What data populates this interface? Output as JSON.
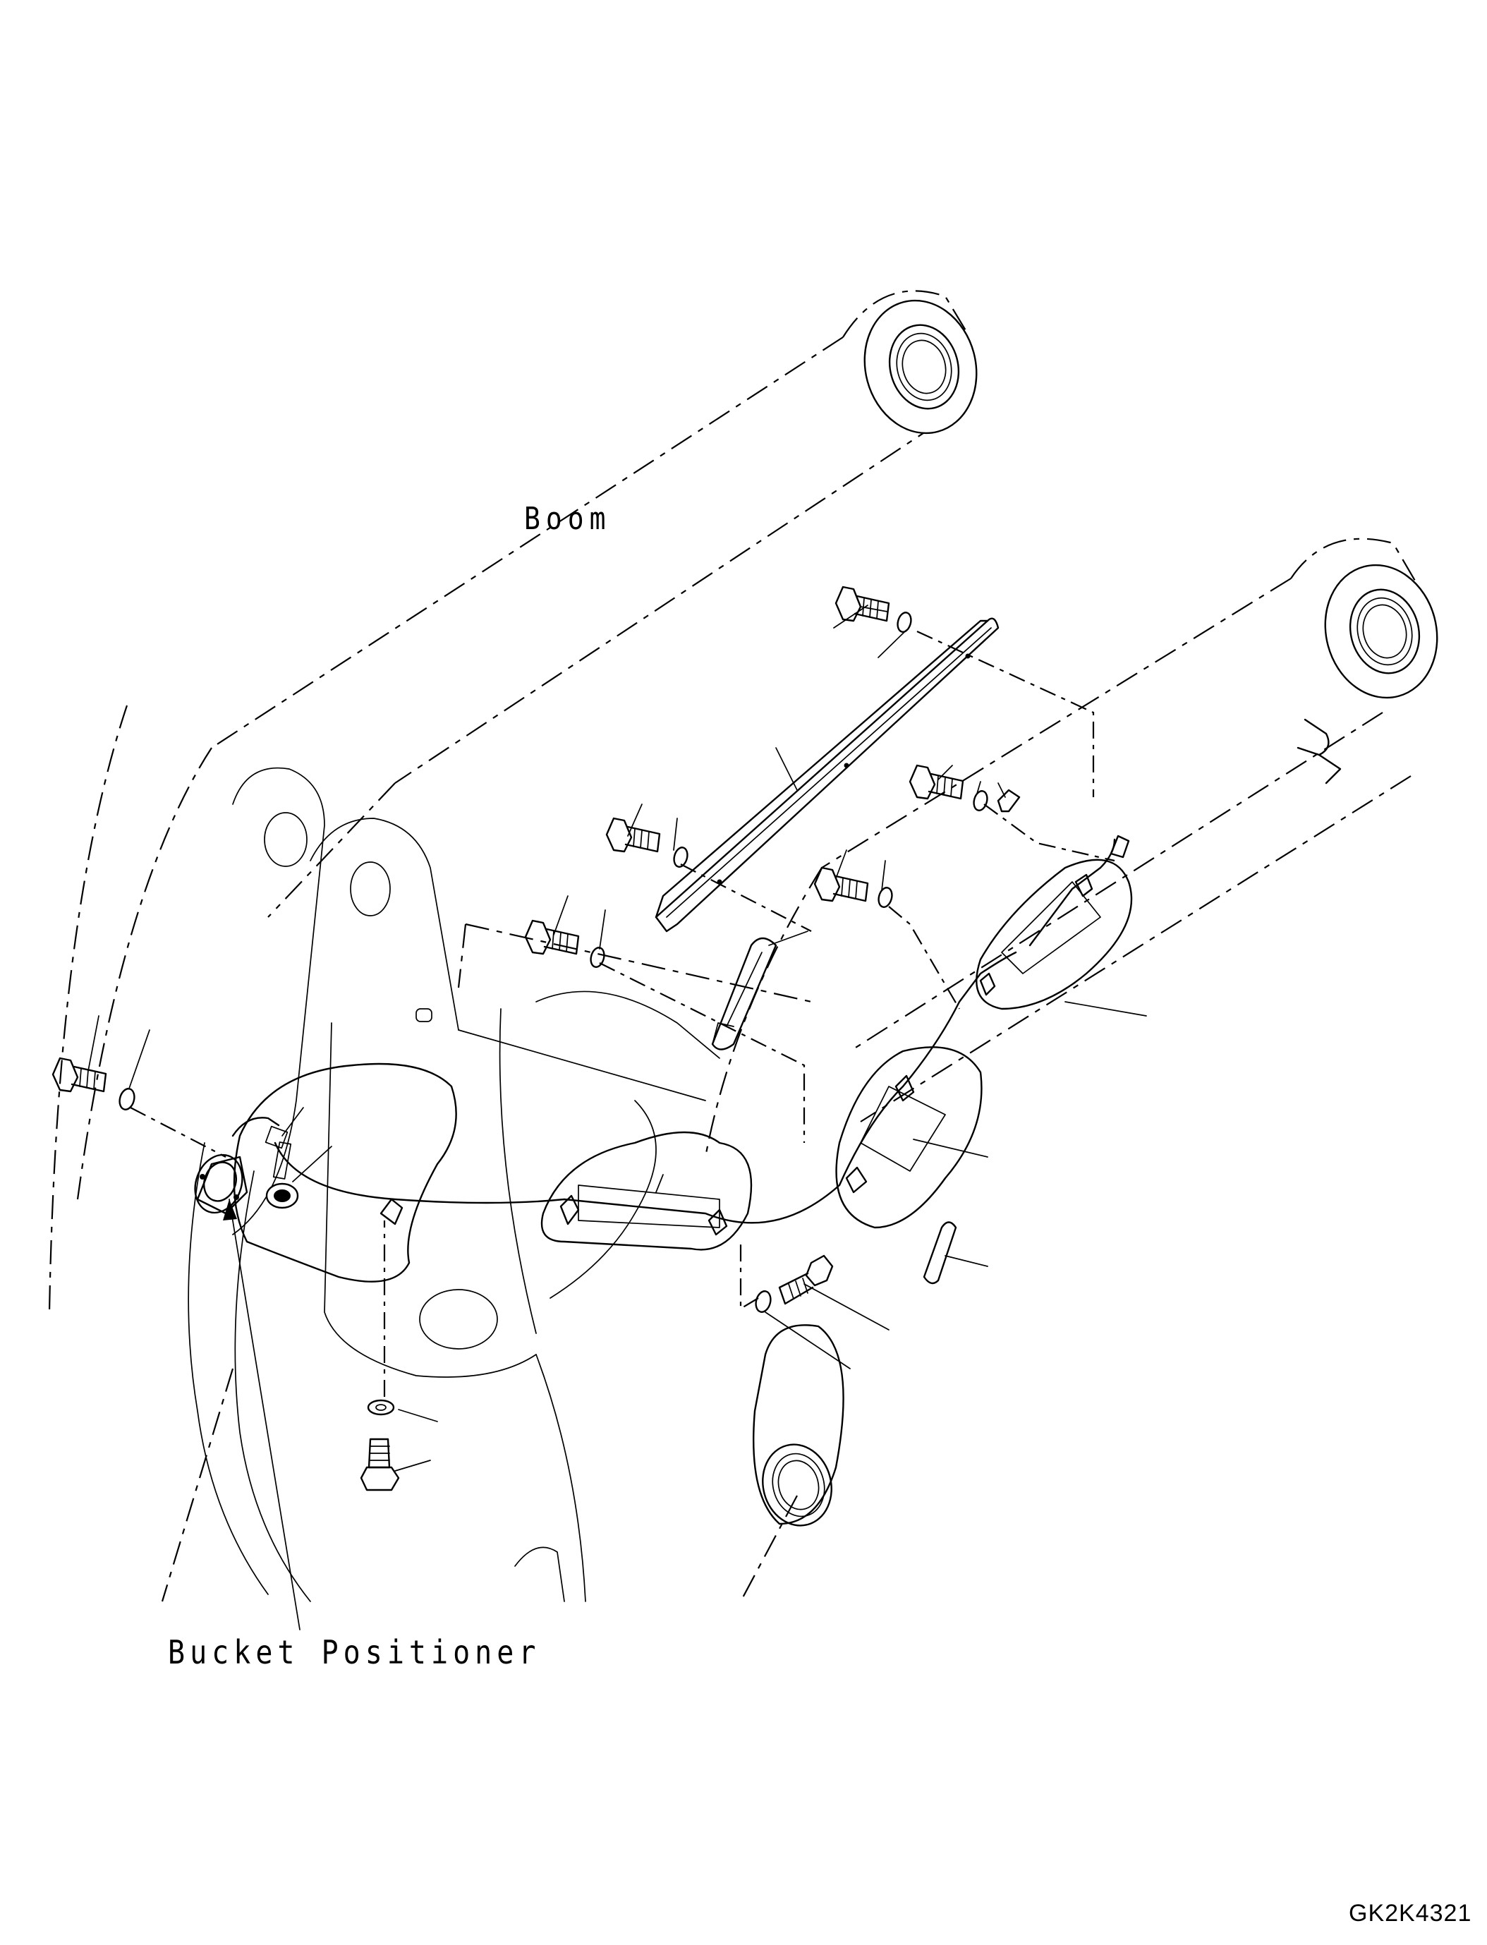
{
  "labels": {
    "boom": "Boom",
    "bucket_positioner": "Bucket Positioner",
    "drawing_code": "GK2K4321"
  }
}
